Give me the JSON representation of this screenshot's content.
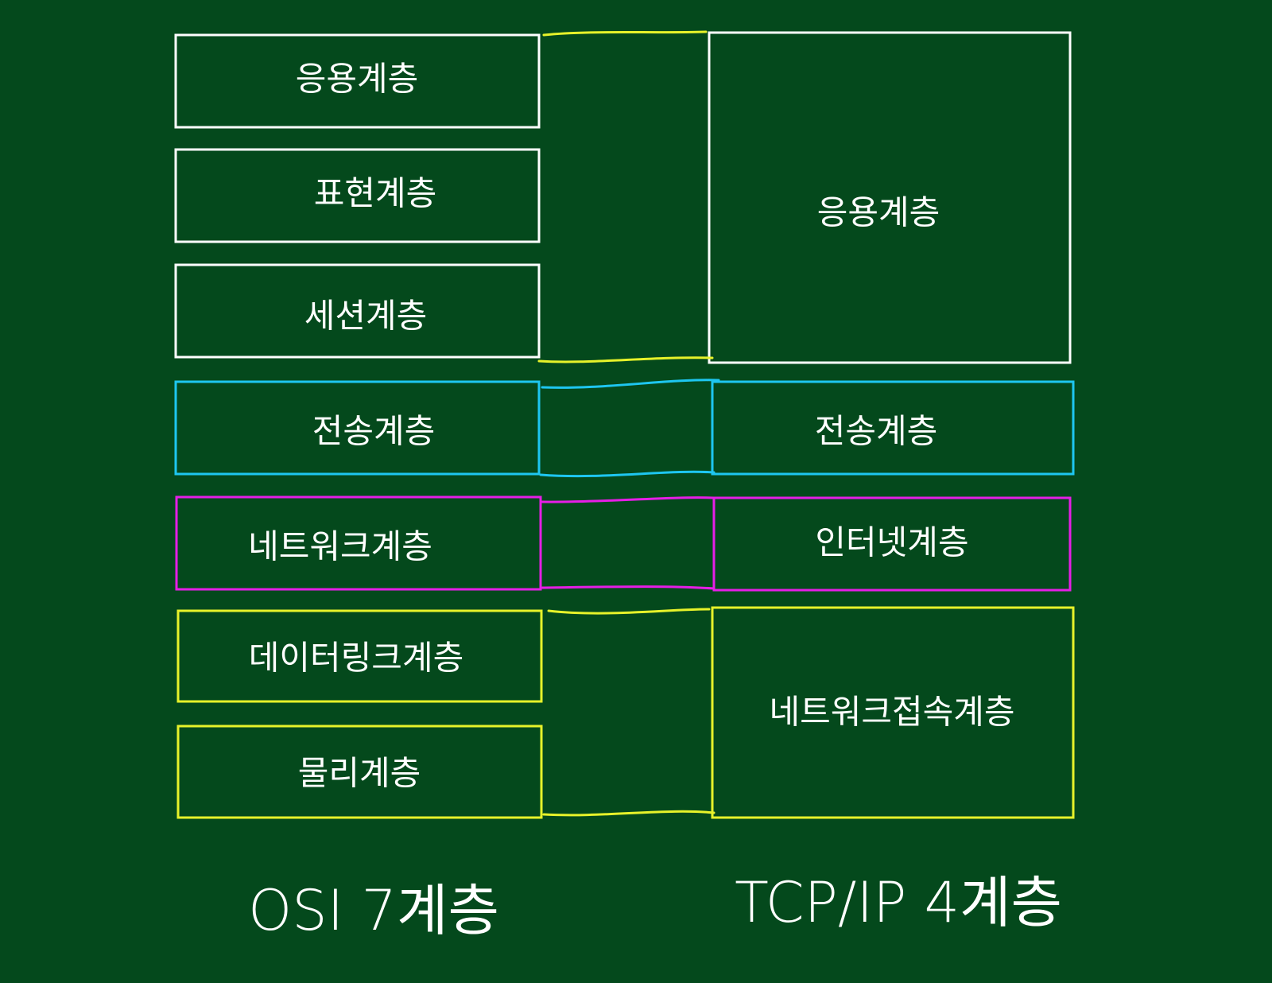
{
  "colors": {
    "background": "#04491c",
    "white": "#ffffff",
    "yellow": "#e7f22a",
    "cyan": "#1ec6f0",
    "magenta": "#e61ee6"
  },
  "osi": {
    "caption": "OSI 7계층",
    "layers": [
      {
        "label": "응용계층",
        "color": "white"
      },
      {
        "label": "표현계층",
        "color": "white"
      },
      {
        "label": "세션계층",
        "color": "white"
      },
      {
        "label": "전송계층",
        "color": "cyan"
      },
      {
        "label": "네트워크계층",
        "color": "magenta"
      },
      {
        "label": "데이터링크계층",
        "color": "yellow"
      },
      {
        "label": "물리계층",
        "color": "yellow"
      }
    ]
  },
  "tcpip": {
    "caption": "TCP/IP 4계층",
    "layers": [
      {
        "label": "응용계층",
        "color": "white",
        "maps_to": [
          "응용계층",
          "표현계층",
          "세션계층"
        ]
      },
      {
        "label": "전송계층",
        "color": "cyan",
        "maps_to": [
          "전송계층"
        ]
      },
      {
        "label": "인터넷계층",
        "color": "magenta",
        "maps_to": [
          "네트워크계층"
        ]
      },
      {
        "label": "네트워크접속계층",
        "color": "yellow",
        "maps_to": [
          "데이터링크계층",
          "물리계층"
        ]
      }
    ]
  },
  "connectors": [
    {
      "color": "yellow"
    },
    {
      "color": "cyan"
    },
    {
      "color": "magenta"
    },
    {
      "color": "yellow"
    }
  ]
}
